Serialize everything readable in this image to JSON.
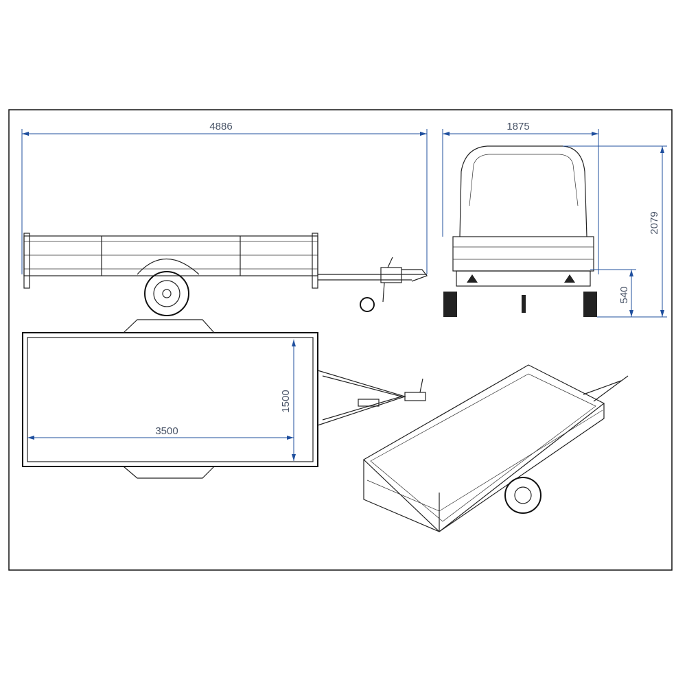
{
  "drawing": {
    "title": "Trailer dimensional drawing",
    "dimensions": {
      "overall_length": "4886",
      "overall_width": "1875",
      "overall_height": "2079",
      "platform_height": "540",
      "bed_width": "1500",
      "bed_length": "3500"
    },
    "colors": {
      "dimension_lines": "#1f4f9e",
      "outline": "#222222"
    }
  }
}
